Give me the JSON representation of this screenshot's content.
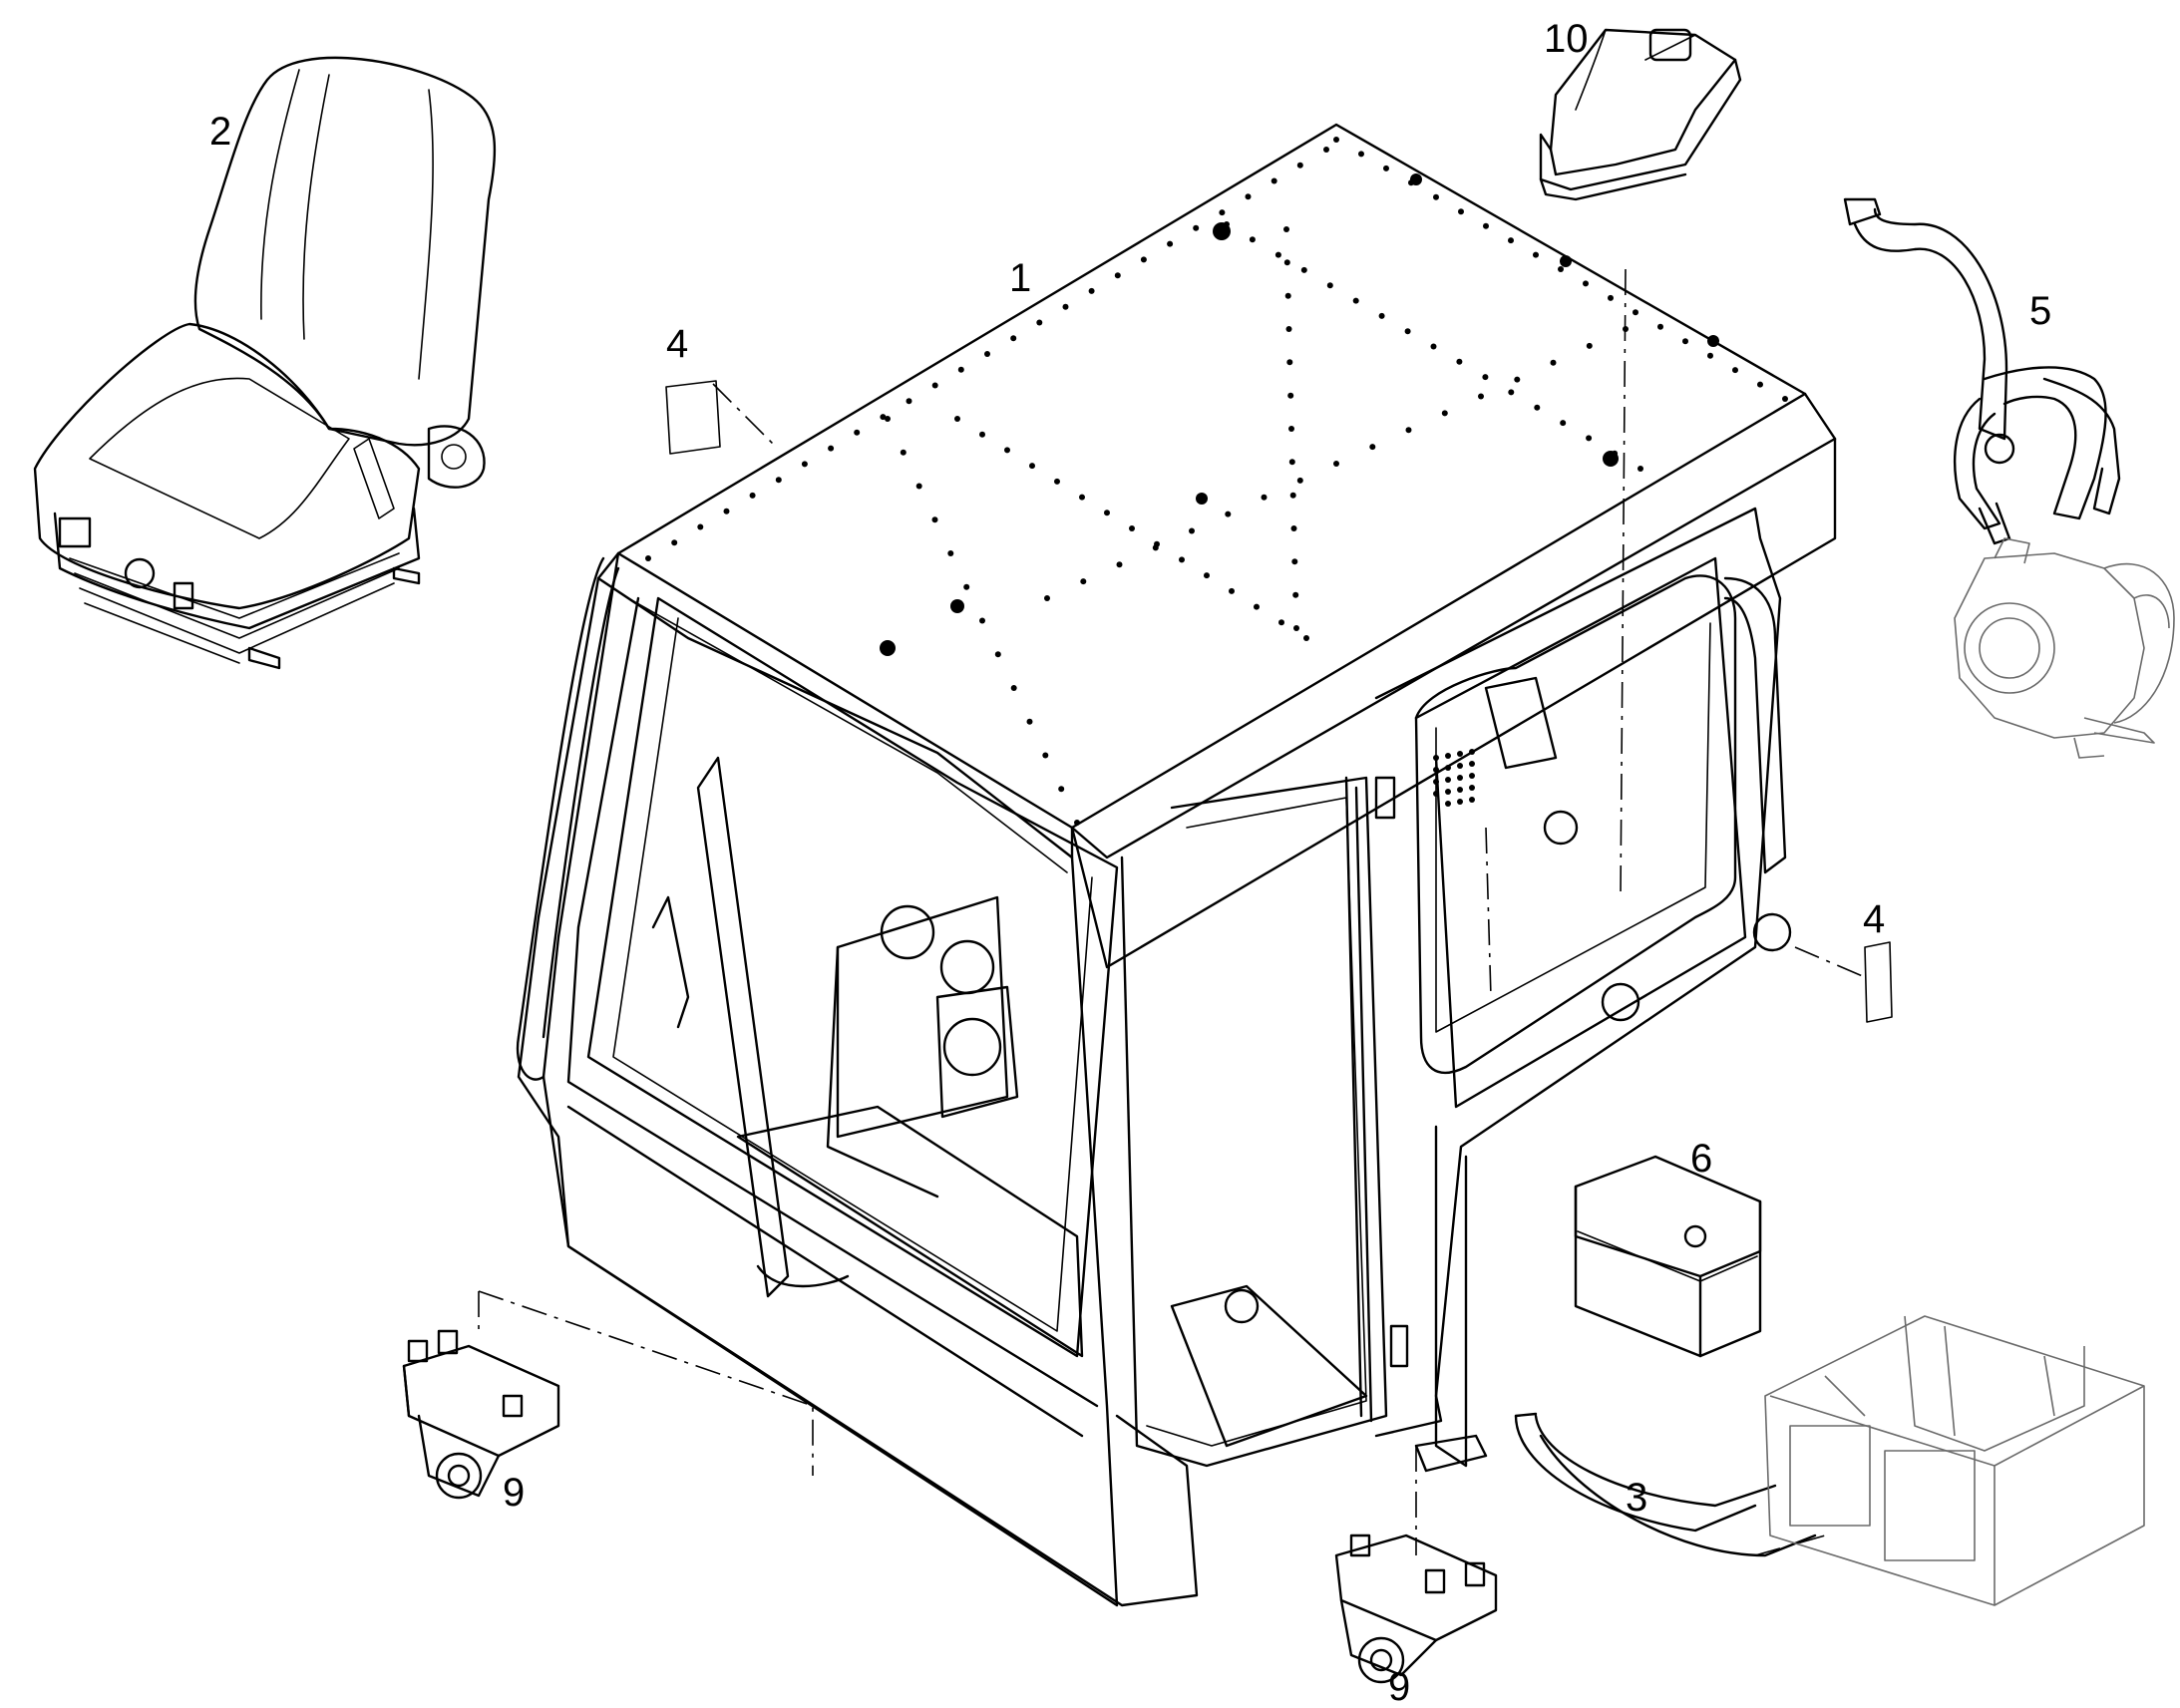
{
  "callouts": {
    "cab": "1",
    "seat": "2",
    "hoses": "3",
    "decal_left": "4",
    "decal_right": "4",
    "compressor": "5",
    "battery": "6",
    "mount_left": "9",
    "mount_right": "9",
    "beacon": "10"
  },
  "icons": {
    "seat": "seat-icon",
    "compressor": "ac-compressor-icon",
    "heater": "heater-unit-icon",
    "battery": "battery-icon",
    "beacon": "beacon-light-icon",
    "mount": "cab-mount-icon"
  }
}
